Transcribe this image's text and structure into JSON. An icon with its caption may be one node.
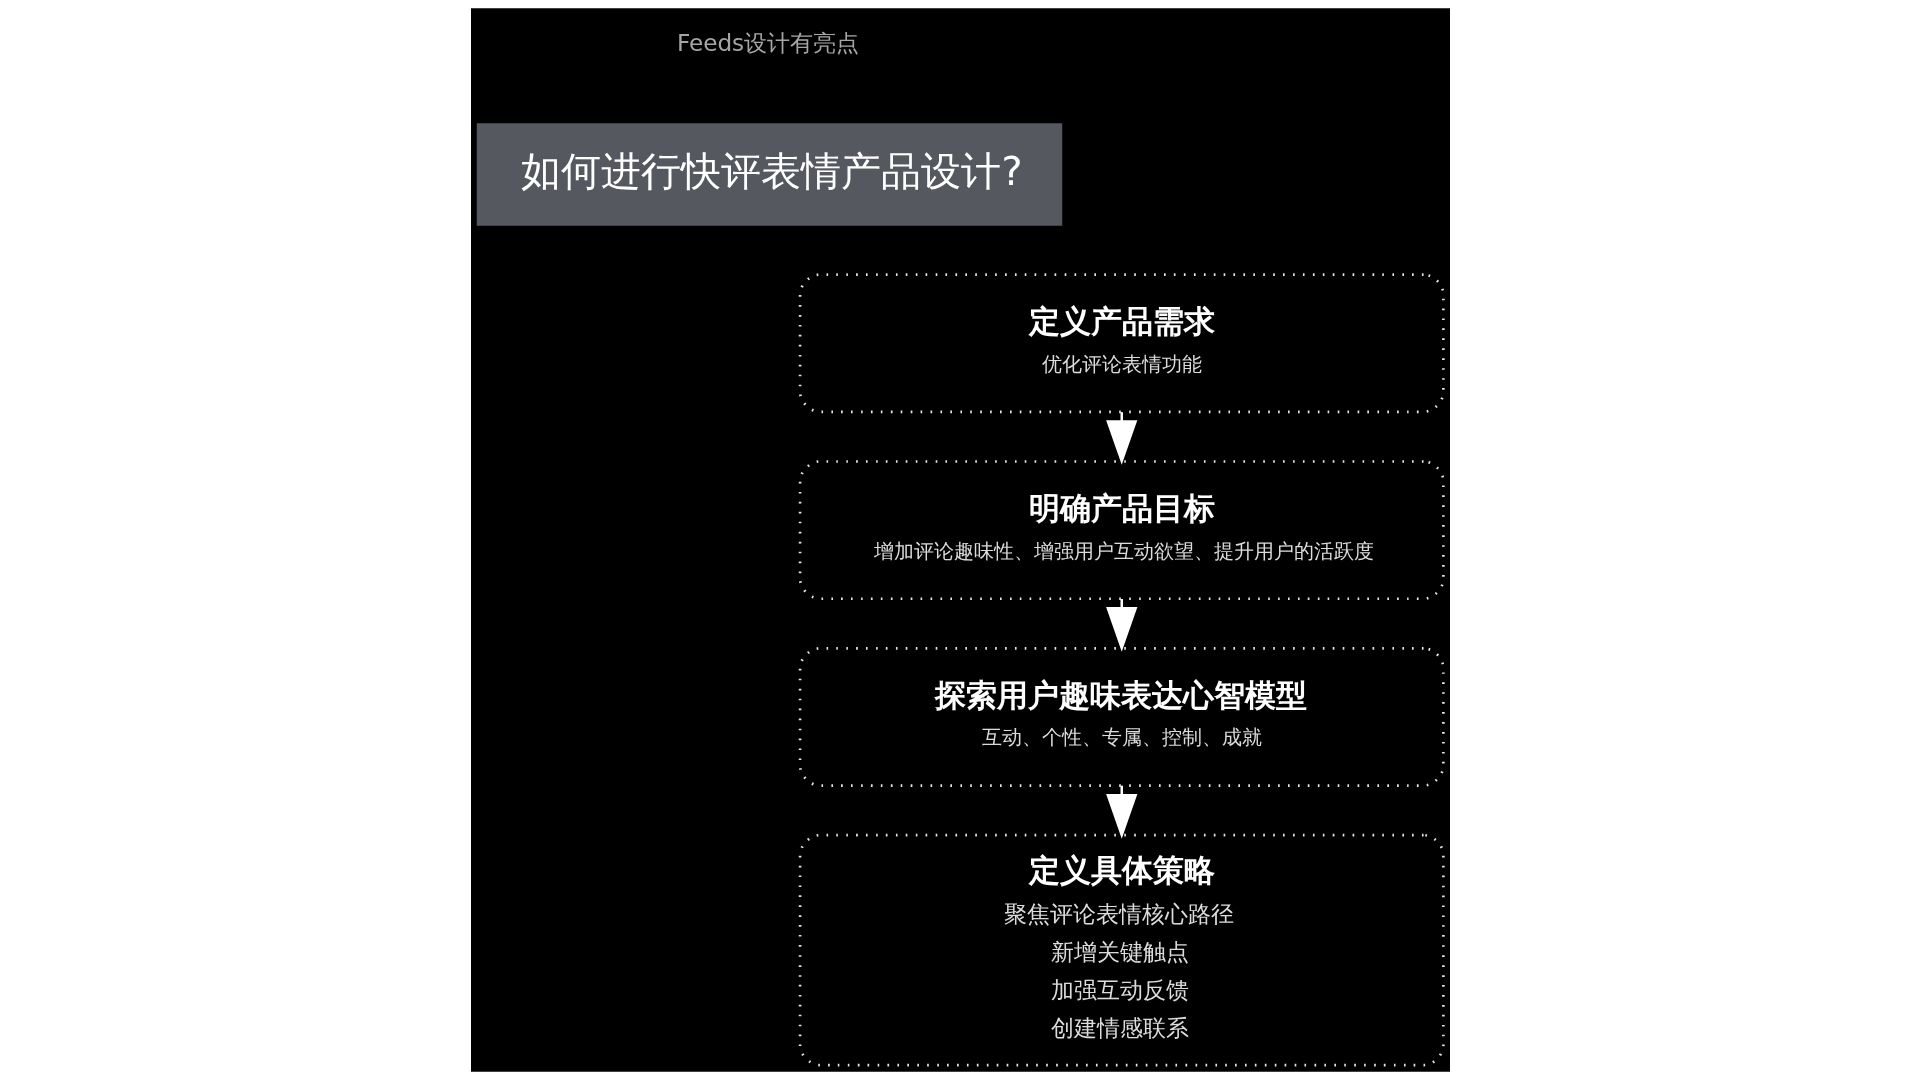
{
  "diagram": {
    "nodes": [
      {
        "text": [
          "如何进行快评表情产品设计?"
        ]
      },
      {
        "text": [
          "定义产品需求",
          "优化评论表情功能"
        ]
      },
      {
        "text": [
          "明确产品目标",
          "增加评论趣味性、增强用户互动欲望、提升用户的活跃度"
        ]
      },
      {
        "text": [
          "探索用户趣味表达心智模型",
          "互动、个性、专属、控制、成就"
        ]
      },
      {
        "text": [
          "定义具体策略",
          "聚焦评论表情核心路径",
          "新增关键触点",
          "加强互动反馈",
          "创建情感联系"
        ]
      }
    ],
    "edges": [
      {
        "from": 1,
        "to": 2,
        "arrow": "to"
      },
      {
        "from": 2,
        "to": 3,
        "arrow": "to"
      },
      {
        "from": 3,
        "to": 4,
        "arrow": "to"
      }
    ],
    "labels": [
      "Feeds设计有亮点"
    ]
  }
}
